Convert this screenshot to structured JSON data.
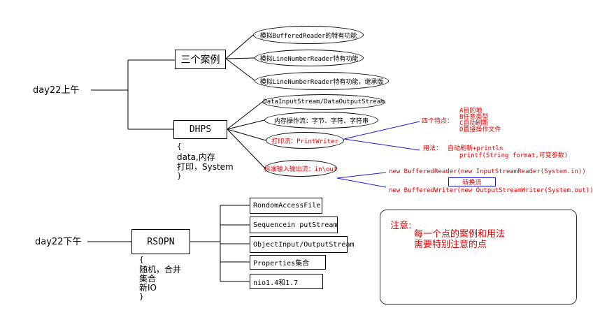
{
  "root_morning": "day22上午",
  "root_afternoon": "day22下午",
  "morning": {
    "three_cases": {
      "label": "三个案例",
      "items": [
        "模拟BufferedReader的特有功能",
        "模拟LineNumberReader特有功能",
        "模拟LineNumberReader特有功能，继承版"
      ]
    },
    "dhps": {
      "label": "DHPS",
      "brace_open": "{",
      "brace_lines": [
        "data,内存",
        "打印，System"
      ],
      "brace_close": "}",
      "items": [
        "DataInputStream/DataOutputStream",
        "内存操作流：字节、字符、字符串",
        "打印流：PrintWriter",
        "标准输入输出流：in\\out"
      ]
    },
    "print_stream": {
      "features_label": "四个特点：",
      "features": [
        "A目的地",
        "B任意类型",
        "C自动刷新",
        "D直接操作文件"
      ],
      "usage_label": "用法：",
      "usage_lines": [
        "自动刷新+println",
        "printf(String format,可变参数)"
      ]
    },
    "std_stream": {
      "reader": "new BufferedReader(new InputStreamReader(System.in))",
      "convert": "转换流",
      "writer": "new BufferedWriter(new OutputStreamWriter(System.out))"
    }
  },
  "afternoon": {
    "rsopn": {
      "label": "RSOPN",
      "brace_open": "{",
      "brace_lines": [
        "随机，合并",
        "集合",
        "新IO"
      ],
      "brace_close": "}",
      "items": [
        "RondomAccessFile",
        "Sequencein putStream",
        "ObjectInput/OutputStream",
        "Properties集合",
        "nio1.4和1.7"
      ]
    }
  },
  "note": {
    "title": "注意:",
    "lines": [
      "每一个点的案例和用法",
      "需要特别注意的点"
    ]
  },
  "colors": {
    "accent_red": "#e00000",
    "link_blue": "#1a1acc"
  }
}
